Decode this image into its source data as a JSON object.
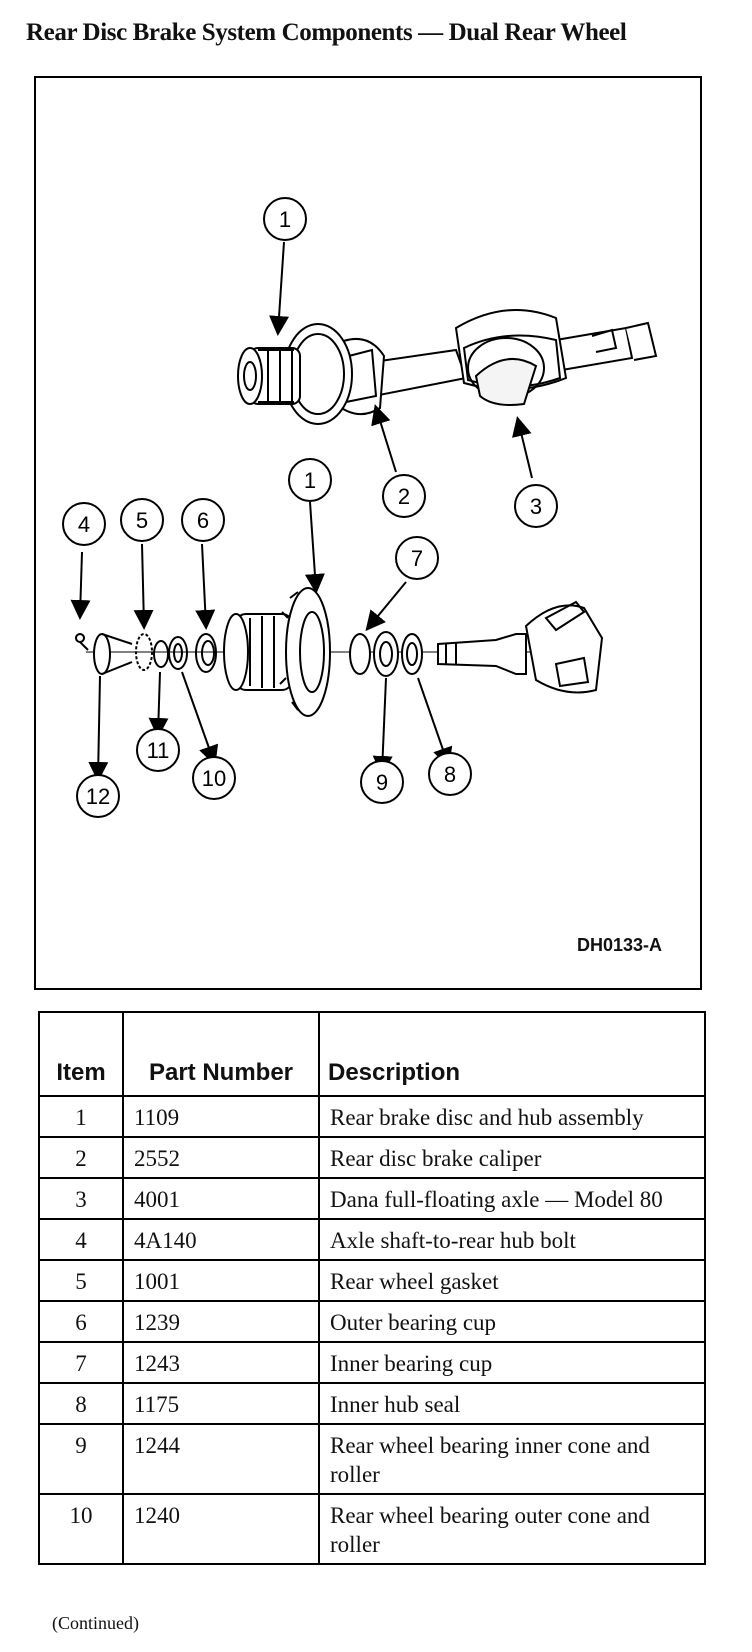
{
  "title": "Rear Disc Brake System Components — Dual Rear Wheel",
  "figure": {
    "code": "DH0133-A",
    "callouts": [
      "1",
      "2",
      "3",
      "4",
      "5",
      "6",
      "1",
      "7",
      "8",
      "9",
      "10",
      "11",
      "12"
    ]
  },
  "table": {
    "headers": {
      "item": "Item",
      "part_number": "Part Number",
      "description": "Description"
    },
    "rows": [
      {
        "item": "1",
        "part": "1109",
        "desc": "Rear brake disc and hub assembly"
      },
      {
        "item": "2",
        "part": "2552",
        "desc": "Rear disc brake caliper"
      },
      {
        "item": "3",
        "part": "4001",
        "desc": "Dana full-floating axle — Model 80"
      },
      {
        "item": "4",
        "part": "4A140",
        "desc": "Axle shaft-to-rear hub bolt"
      },
      {
        "item": "5",
        "part": "1001",
        "desc": "Rear wheel gasket"
      },
      {
        "item": "6",
        "part": "1239",
        "desc": "Outer bearing cup"
      },
      {
        "item": "7",
        "part": "1243",
        "desc": "Inner bearing cup"
      },
      {
        "item": "8",
        "part": "1175",
        "desc": "Inner hub seal"
      },
      {
        "item": "9",
        "part": "1244",
        "desc": "Rear wheel bearing inner cone and roller"
      },
      {
        "item": "10",
        "part": "1240",
        "desc": "Rear wheel bearing outer cone and roller"
      }
    ]
  },
  "footer": {
    "continued": "(Continued)"
  }
}
